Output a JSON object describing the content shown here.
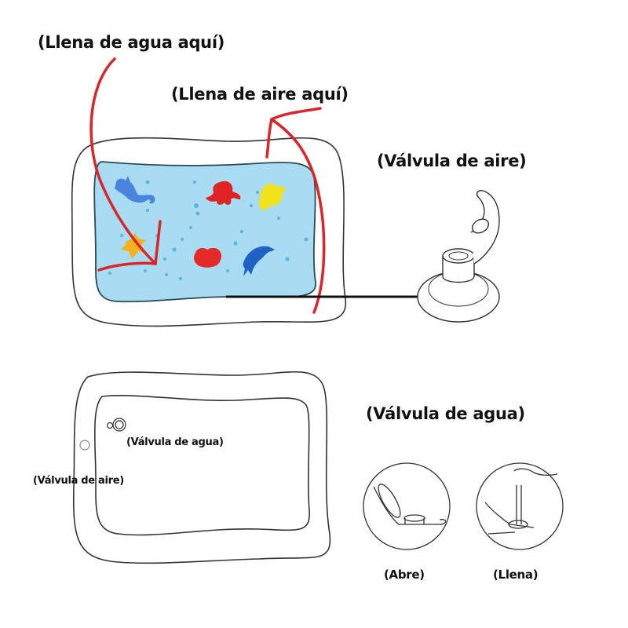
{
  "labels": {
    "fill_water_here": "(Llena de agua aquí)",
    "fill_air_here": "(Llena de aire aquí)",
    "air_valve_title": "(Válvula de aire)",
    "water_valve_title": "(Válvula de agua)",
    "water_valve_small": "(Válvula de agua)",
    "air_valve_small": "(Válvula de aire)",
    "step_open": "(Abre)",
    "step_fill": "(Llena)"
  },
  "colors": {
    "arrow_red": "#d8262b",
    "water_blue": "#a8dcf2",
    "outline": "#333333",
    "seahorse": "#4a84de",
    "octopus": "#e02323",
    "turtle": "#f2e21a",
    "starfish": "#f6b21c",
    "fish": "#e52a2a",
    "dolphin": "#1f62c4"
  }
}
